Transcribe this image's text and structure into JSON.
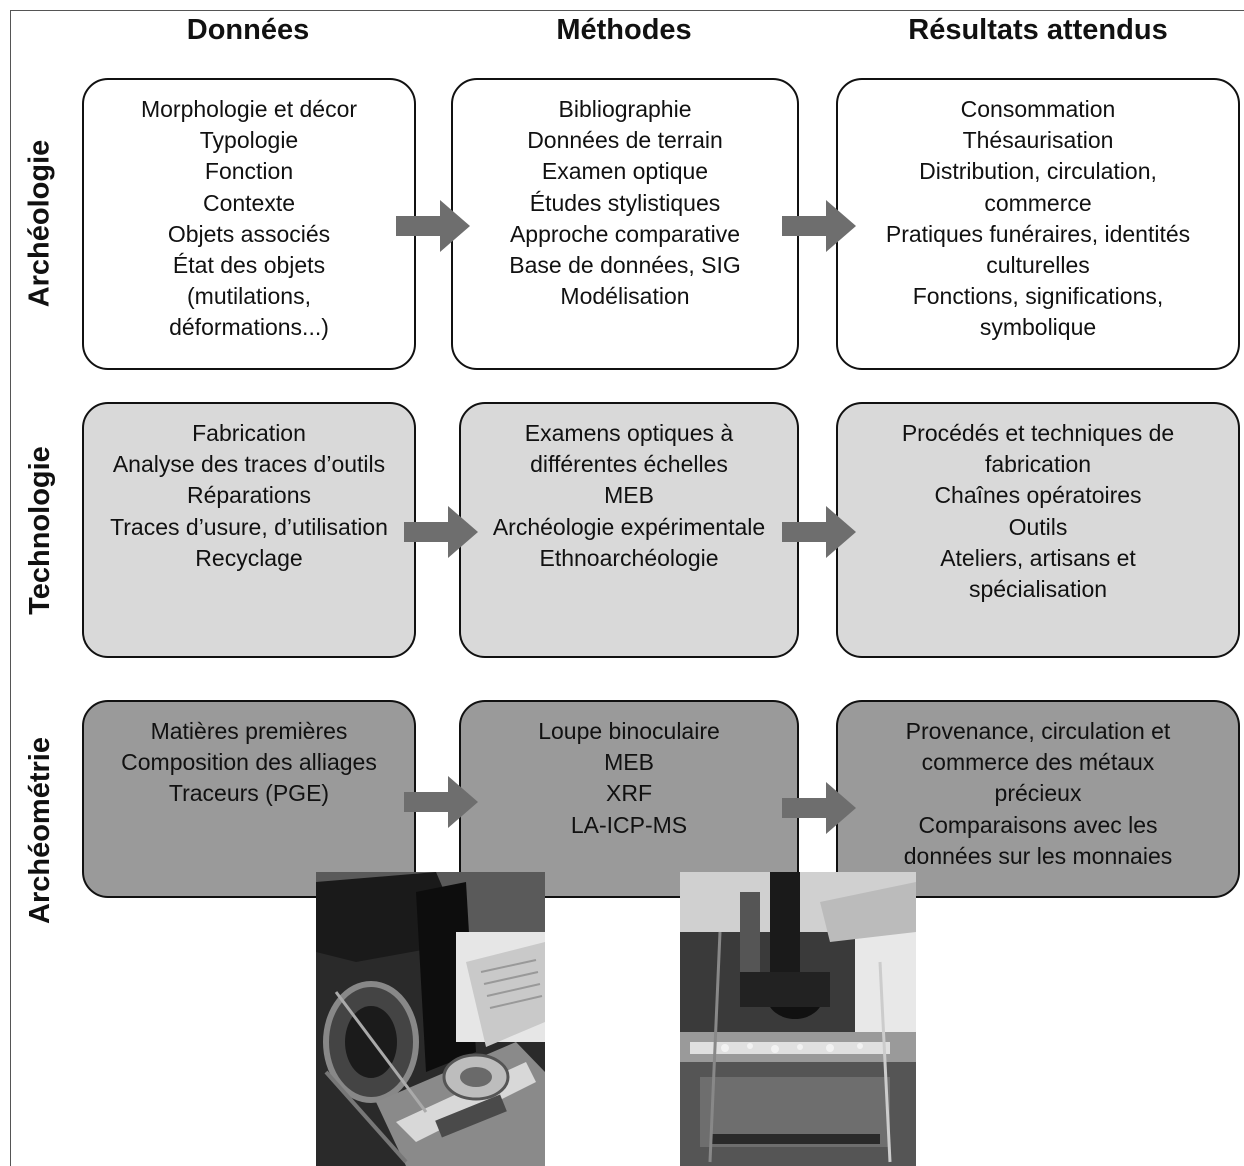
{
  "headers": {
    "donnees": "Données",
    "methodes": "Méthodes",
    "resultats": "Résultats attendus"
  },
  "rows": [
    {
      "label": "Archéologie",
      "donnees": [
        "Morphologie et décor",
        "Typologie",
        "Fonction",
        "Contexte",
        "Objets associés",
        "État des objets",
        "(mutilations,",
        "déformations...)"
      ],
      "methodes": [
        "Bibliographie",
        "Données de terrain",
        "Examen optique",
        "Études stylistiques",
        "Approche comparative",
        "Base de données, SIG",
        "Modélisation"
      ],
      "resultats": [
        "Consommation",
        "Thésaurisation",
        "Distribution, circulation,",
        "commerce",
        "Pratiques funéraires, identités",
        "culturelles",
        "Fonctions, significations,",
        "symbolique"
      ]
    },
    {
      "label": "Technologie",
      "donnees": [
        "Fabrication",
        "Analyse des traces d’outils",
        "Réparations",
        "Traces d’usure, d’utilisation",
        "Recyclage"
      ],
      "methodes": [
        "Examens optiques à",
        "différentes échelles",
        "MEB",
        "Archéologie expérimentale",
        "Ethnoarchéologie"
      ],
      "resultats": [
        "Procédés et techniques de",
        "fabrication",
        "Chaînes opératoires",
        "Outils",
        "Ateliers, artisans et",
        "spécialisation"
      ]
    },
    {
      "label": "Archéométrie",
      "donnees": [
        "Matières premières",
        "Composition des alliages",
        "Traceurs (PGE)"
      ],
      "methodes": [
        "Loupe binoculaire",
        "MEB",
        "XRF",
        "LA-ICP-MS"
      ],
      "resultats": [
        "Provenance, circulation et",
        "commerce des métaux",
        "précieux",
        "Comparaisons avec les",
        "données sur les monnaies"
      ]
    }
  ],
  "colors": {
    "row1_fill": "#ffffff",
    "row2_fill": "#d9d9d9",
    "row3_fill": "#9a9a9a",
    "arrow": "#6e6e6e",
    "border": "#111111"
  }
}
